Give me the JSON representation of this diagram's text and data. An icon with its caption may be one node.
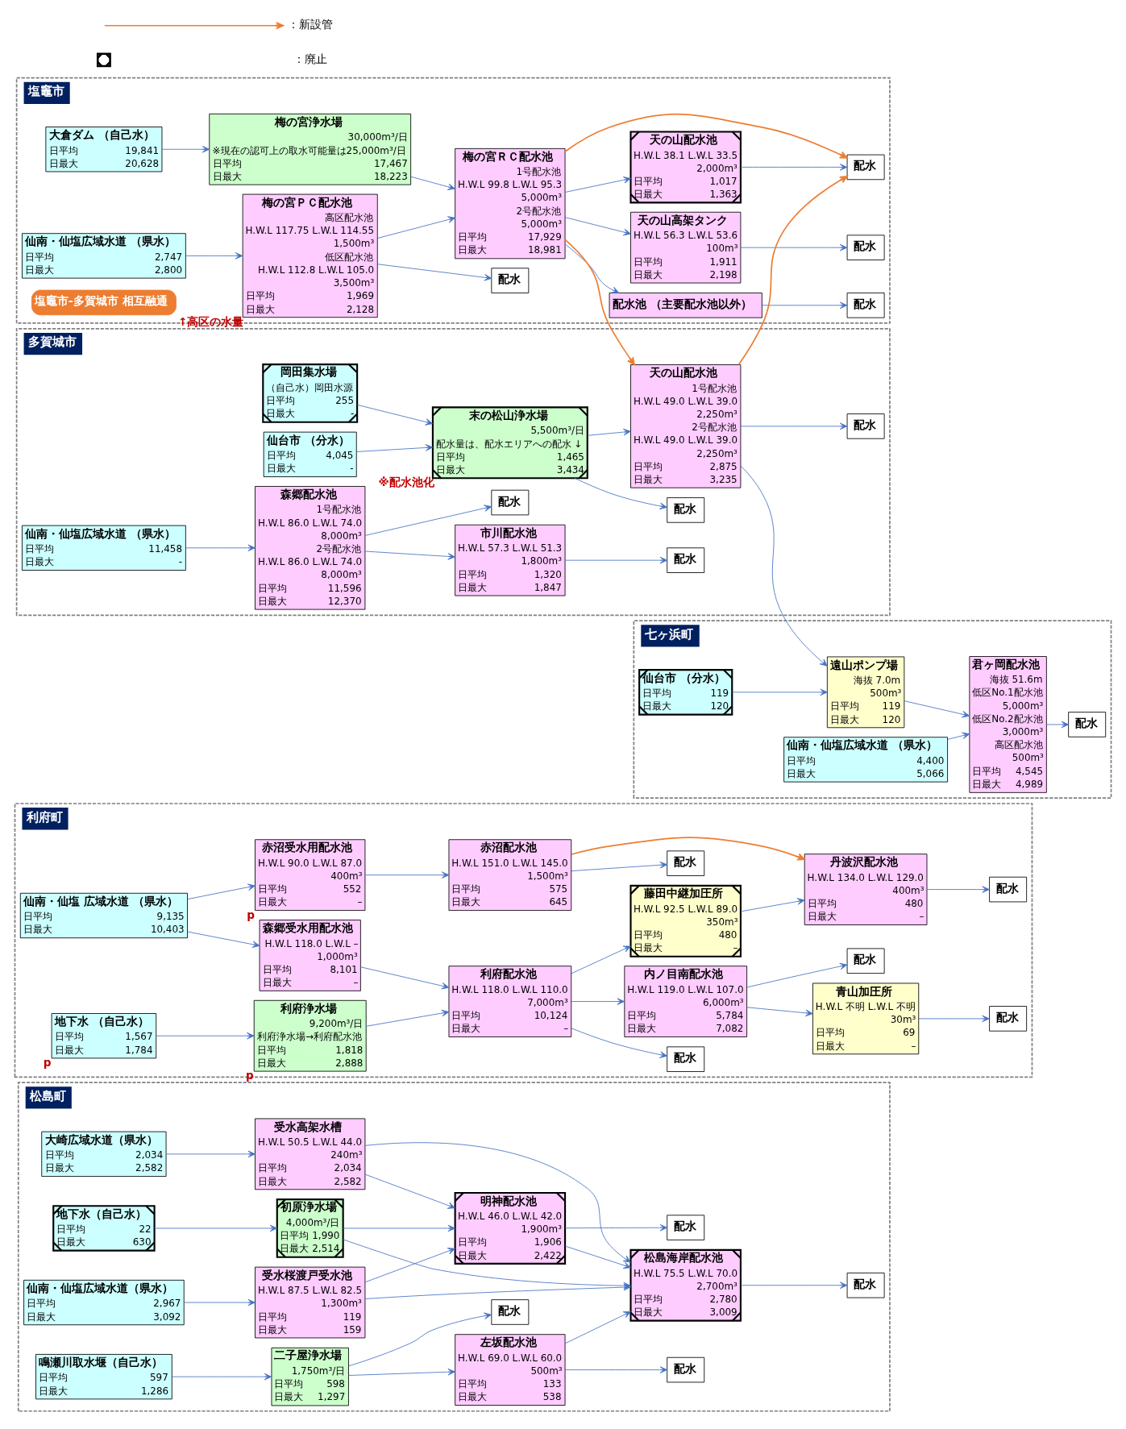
{
  "diagram": {
    "nodes": [
      {
        "text": [
          "松島町"
        ]
      },
      {
        "text": [
          "大崎広域水道（県水）",
          "日平均",
          "2,034",
          "日最大",
          "2,582"
        ],
        "in": 0
      },
      {
        "text": [
          "受水高架水槽",
          "H.W.L 50.5 L.W.L 44.0",
          "240m³",
          "日平均",
          "2,034",
          "日最大",
          "2,582"
        ],
        "in": 0
      },
      {
        "text": [
          "明神配水池",
          "H.W.L 46.0 L.W.L 42.0",
          "1,900m³",
          "日平均",
          "1,906",
          "日最大",
          "2,422"
        ],
        "in": 0
      },
      {
        "text": [
          "配水"
        ],
        "in": 0
      },
      {
        "text": [
          "地下水（自己水）",
          "日平均",
          "22",
          "日最大",
          "630"
        ],
        "in": 0
      },
      {
        "text": [
          "初原浄水場",
          "4,000m³/日",
          "日平均",
          "1,990",
          "日最大",
          "2,514"
        ],
        "in": 0
      },
      {
        "text": [
          "仙南・仙塩広域水道（県水）",
          "日平均",
          "2,967",
          "日最大",
          "3,092"
        ],
        "in": 0
      },
      {
        "text": [
          "受水桜渡戸受水池",
          "H.W.L 87.5 L.W.L 82.5",
          "1,300m³",
          "日平均",
          "119",
          "日最大",
          "159"
        ],
        "in": 0
      },
      {
        "text": [
          "松島海岸配水池",
          "H.W.L 75.5 L.W.L 70.0",
          "2,700m³",
          "日平均",
          "2,780",
          "日最大",
          "3,009"
        ],
        "in": 0
      },
      {
        "text": [
          "配水"
        ],
        "in": 0
      },
      {
        "text": [
          "鳴瀬川取水堰（自己水）",
          "日平均",
          "597",
          "日最大",
          "1,286"
        ],
        "in": 0
      },
      {
        "text": [
          "二子屋浄水場",
          "1,750m³/日",
          "日平均",
          "598",
          "日最大",
          "1,297"
        ],
        "in": 0
      },
      {
        "text": [
          "左坂配水池",
          "H.W.L 69.0 L.W.L 60.0",
          "500m³",
          "日平均",
          "133",
          "日最大",
          "538"
        ],
        "in": 0
      },
      {
        "text": [
          "配水"
        ],
        "in": 0
      },
      {
        "text": [
          "配水"
        ],
        "in": 0
      },
      {
        "text": [
          "利府町"
        ]
      },
      {
        "text": [
          "仙南・仙塩 広域水道 （県水）",
          "日平均",
          "9,135",
          "日最大",
          "10,403"
        ],
        "in": 16
      },
      {
        "text": [
          "赤沼受水用配水池",
          "H.W.L 90.0 L.W.L 87.0",
          "400m³",
          "日平均",
          "552",
          "日最大",
          "–"
        ],
        "beside": [
          "p"
        ],
        "in": 16
      },
      {
        "text": [
          "赤沼配水池",
          "H.W.L 151.0 L.W.L 145.0",
          "1,500m³",
          "日平均",
          "575",
          "日最大",
          "645"
        ],
        "in": 16
      },
      {
        "text": [
          "配水"
        ],
        "in": 16
      },
      {
        "text": [
          "森郷受水用配水池",
          "H.W.L 118.0 L.W.L –",
          "1,000m³",
          "日平均",
          "8,101",
          "日最大",
          "–"
        ],
        "in": 16
      },
      {
        "text": [
          "配水"
        ],
        "in": 16
      },
      {
        "text": [
          "配水"
        ],
        "in": 16
      },
      {
        "text": [
          "地下水 （自己水）",
          "日平均",
          "1,567",
          "日最大",
          "1,784"
        ],
        "beside": [
          "p"
        ],
        "in": 16
      },
      {
        "text": [
          "利府浄水場",
          "9,200m³/日",
          "利府浄水場→利府配水池",
          "日平均",
          "1,818",
          "日最大",
          "2,888"
        ],
        "beside": [
          "p"
        ],
        "in": 16
      },
      {
        "text": [
          "利府配水池",
          "H.W.L 118.0 L.W.L 110.0",
          "7,000m³",
          "日平均",
          "10,124",
          "日最大",
          "–"
        ],
        "in": 16
      },
      {
        "text": [
          "藤田中継加圧所",
          "H.W.L 92.5 L.W.L 89.0",
          "350m³",
          "日平均",
          "480",
          "日最大",
          "–"
        ],
        "in": 16
      },
      {
        "text": [
          "丹波沢配水池",
          "H.W.L 134.0 L.W.L 129.0",
          "400m³",
          "日平均",
          "480",
          "日最大",
          "–"
        ],
        "in": 16
      },
      {
        "text": [
          "内ノ目南配水池",
          "H.W.L 119.0 L.W.L 107.0",
          "6,000m³",
          "日平均",
          "5,784",
          "日最大",
          "7,082"
        ],
        "in": 16
      },
      {
        "text": [
          "青山加圧所",
          "H.W.L 不明 L.W.L 不明",
          "30m³",
          "日平均",
          "69",
          "日最大",
          "–"
        ],
        "in": 16
      },
      {
        "text": [
          "配水"
        ],
        "in": 16
      },
      {
        "text": [
          "配水"
        ],
        "in": 16
      },
      {
        "text": [
          "塩竈市"
        ]
      },
      {
        "text": [
          "大倉ダム （自己水）",
          "日平均",
          "19,841",
          "日最大",
          "20,628"
        ],
        "in": 33
      },
      {
        "text": [
          "梅の宮浄水場",
          "30,000m³/日",
          "※現在の認可上の取水可能量は25,000m³/日",
          "日平均",
          "17,467",
          "日最大",
          "18,223"
        ],
        "in": 33
      },
      {
        "text": [
          "梅の宮ＲＣ配水池",
          "1号配水池",
          "H.W.L 99.8 L.W.L 95.3",
          "5,000m³",
          "2号配水池",
          "5,000m³",
          "日平均",
          "17,929",
          "日最大",
          "18,981"
        ],
        "in": 33
      },
      {
        "text": [
          "配水池 （主要配水池以外）"
        ],
        "in": 33
      },
      {
        "text": [
          "配水"
        ],
        "in": 33
      },
      {
        "text": [
          "仙南・仙塩広域水道 （県水）",
          "日平均",
          "2,747",
          "日最大",
          "2,800"
        ],
        "in": 33
      },
      {
        "text": [
          "梅の宮ＰＣ配水池",
          "高区配水池",
          "H.W.L 117.75 L.W.L 114.55",
          "1,500m³",
          "低区配水池",
          "H.W.L 112.8 L.W.L 105.0",
          "3,500m³",
          "日平均",
          "1,969",
          "日最大",
          "2,128"
        ],
        "beside": [
          "↑高区の水量"
        ],
        "in": 33
      },
      {
        "text": [
          "配水"
        ],
        "in": 33
      },
      {
        "text": [
          "配水"
        ],
        "in": 33
      },
      {
        "text": [
          "天の山高架タンク",
          "H.W.L 56.3 L.W.L 53.6",
          "100m³",
          "日平均",
          "1,911",
          "日最大",
          "2,198"
        ],
        "in": 33
      },
      {
        "text": [
          "天の山配水池",
          "H.W.L 38.1 L.W.L 33.5",
          "2,000m³",
          "日平均",
          "1,017",
          "日最大",
          "1,363"
        ],
        "in": 33
      },
      {
        "text": [
          "配水"
        ],
        "in": 33
      },
      {
        "text": [
          "塩竈市-多賀城市 相互融通"
        ],
        "in": 33
      },
      {
        "text": [
          "多賀城市"
        ]
      },
      {
        "text": [
          "配水"
        ],
        "in": 47
      },
      {
        "text": [
          "岡田集水場",
          "（自己水）岡田水源",
          "日平均",
          "255",
          "日最大",
          "-"
        ],
        "in": 47
      },
      {
        "text": [
          "末の松山浄水場",
          "5,500m³/日",
          "配水量は、配水エリアへの配水 ↓",
          "日平均",
          "1,465",
          "日最大",
          "3,434"
        ],
        "beside": [
          "※配水池化"
        ],
        "in": 47
      },
      {
        "text": [
          "天の山配水池",
          "1号配水池",
          "H.W.L 49.0 L.W.L 39.0",
          "2,250m³",
          "2号配水池",
          "H.W.L 49.0 L.W.L 39.0",
          "2,250m³",
          "日平均",
          "2,875",
          "日最大",
          "3,235"
        ],
        "in": 47
      },
      {
        "text": [
          "配水"
        ],
        "in": 47
      },
      {
        "text": [
          "仙台市 （分水）",
          "日平均",
          "4,045",
          "日最大",
          "-"
        ],
        "in": 47
      },
      {
        "text": [
          "森郷配水池",
          "1号配水池",
          "H.W.L 86.0 L.W.L 74.0",
          "8,000m³",
          "2号配水池",
          "H.W.L 86.0 L.W.L 74.0",
          "8,000m³",
          "日平均",
          "11,596",
          "日最大",
          "12,370"
        ],
        "in": 47
      },
      {
        "text": [
          "市川配水池",
          "H.W.L 57.3 L.W.L 51.3",
          "1,800m³",
          "日平均",
          "1,320",
          "日最大",
          "1,847"
        ],
        "in": 47
      },
      {
        "text": [
          "配水"
        ],
        "in": 47
      },
      {
        "text": [
          "仙南・仙塩広域水道 （県水）",
          "日平均",
          "11,458",
          "日最大",
          "-"
        ],
        "in": 47
      },
      {
        "text": [
          "配水"
        ],
        "in": 47
      },
      {
        "text": [
          "七ヶ浜町"
        ]
      },
      {
        "text": [
          "仙台市 （分水）",
          "日平均",
          "119",
          "日最大",
          "120"
        ],
        "in": 59
      },
      {
        "text": [
          "遠山ポンプ場",
          "海抜 7.0m",
          "500m³",
          "日平均",
          "119",
          "日最大",
          "120"
        ],
        "in": 59
      },
      {
        "text": [
          "君ヶ岡配水池",
          "海抜 51.6m",
          "低区No.1配水池",
          "5,000m³",
          "低区No.2配水池",
          "3,000m³",
          "高区配水池",
          "500m³",
          "日平均",
          "4,545",
          "日最大",
          "4,989"
        ],
        "in": 59
      },
      {
        "text": [
          "配水"
        ],
        "in": 59
      },
      {
        "text": [
          "仙南・仙塩広域水道 （県水）",
          "日平均",
          "4,400",
          "日最大",
          "5,066"
        ],
        "in": 59
      }
    ],
    "edges": [
      {
        "from": 1,
        "to": 2,
        "arrow": "to"
      },
      {
        "from": 2,
        "to": 3,
        "arrow": "to"
      },
      {
        "from": 2,
        "to": 9,
        "arrow": "to"
      },
      {
        "from": 3,
        "to": 4,
        "arrow": "to"
      },
      {
        "from": 5,
        "to": 6,
        "arrow": "to"
      },
      {
        "from": 6,
        "to": 3,
        "arrow": "to"
      },
      {
        "from": 6,
        "to": 9,
        "arrow": "to"
      },
      {
        "from": 3,
        "to": 9,
        "arrow": "to"
      },
      {
        "from": 13,
        "to": 9,
        "arrow": "to"
      },
      {
        "from": 7,
        "to": 8,
        "arrow": "to"
      },
      {
        "from": 8,
        "to": 3,
        "arrow": "to"
      },
      {
        "from": 8,
        "to": 9,
        "arrow": "to"
      },
      {
        "from": 9,
        "to": 10,
        "arrow": "to"
      },
      {
        "from": 11,
        "to": 12,
        "arrow": "to"
      },
      {
        "from": 12,
        "to": 13,
        "arrow": "to"
      },
      {
        "from": 12,
        "to": 15,
        "arrow": "to"
      },
      {
        "from": 13,
        "to": 14,
        "arrow": "to"
      },
      {
        "from": 17,
        "to": 18,
        "arrow": "to"
      },
      {
        "from": 18,
        "to": 19,
        "arrow": "to"
      },
      {
        "from": 19,
        "to": 20,
        "arrow": "to"
      },
      {
        "from": 19,
        "to": 28,
        "arrow": "to",
        "color": "#ed7d31"
      },
      {
        "from": 17,
        "to": 21,
        "arrow": "to"
      },
      {
        "from": 21,
        "to": 26,
        "arrow": "to"
      },
      {
        "from": 26,
        "to": 22,
        "arrow": "to"
      },
      {
        "from": 26,
        "to": 27,
        "arrow": "to"
      },
      {
        "from": 28,
        "to": 23,
        "arrow": "to"
      },
      {
        "from": 24,
        "to": 25,
        "arrow": "to"
      },
      {
        "from": 25,
        "to": 26,
        "arrow": "to"
      },
      {
        "from": 27,
        "to": 28,
        "arrow": "to"
      },
      {
        "from": 26,
        "to": 29,
        "arrow": "to"
      },
      {
        "from": 29,
        "to": 30,
        "arrow": "to"
      },
      {
        "from": 30,
        "to": 31,
        "arrow": "to"
      },
      {
        "from": 29,
        "to": 32,
        "arrow": "to"
      },
      {
        "from": 37,
        "to": 38,
        "arrow": "to"
      },
      {
        "from": 34,
        "to": 35,
        "arrow": "to"
      },
      {
        "from": 35,
        "to": 36,
        "arrow": "to"
      },
      {
        "from": 36,
        "to": 37,
        "arrow": "to"
      },
      {
        "from": 39,
        "to": 40,
        "arrow": "to"
      },
      {
        "from": 40,
        "to": 36,
        "arrow": "to"
      },
      {
        "from": 40,
        "to": 41,
        "arrow": "to"
      },
      {
        "from": 43,
        "to": 42,
        "arrow": "to"
      },
      {
        "from": 36,
        "to": 43,
        "arrow": "to"
      },
      {
        "from": 36,
        "to": 44,
        "arrow": "to"
      },
      {
        "from": 36,
        "to": 51,
        "arrow": "to",
        "color": "#ed7d31"
      },
      {
        "from": 36,
        "to": 45,
        "arrow": "to",
        "color": "#ed7d31"
      },
      {
        "from": 51,
        "to": 45,
        "arrow": "to",
        "color": "#ed7d31"
      },
      {
        "from": 44,
        "to": 45,
        "arrow": "to"
      },
      {
        "from": 50,
        "to": 48,
        "arrow": "to"
      },
      {
        "from": 49,
        "to": 50,
        "arrow": "to"
      },
      {
        "from": 53,
        "to": 50,
        "arrow": "to"
      },
      {
        "from": 50,
        "to": 51,
        "arrow": "to"
      },
      {
        "from": 51,
        "to": 52,
        "arrow": "to"
      },
      {
        "from": 51,
        "to": 61,
        "arrow": "to"
      },
      {
        "from": 57,
        "to": 54,
        "arrow": "to"
      },
      {
        "from": 54,
        "to": 55,
        "arrow": "to"
      },
      {
        "from": 55,
        "to": 56,
        "arrow": "to"
      },
      {
        "from": 54,
        "to": 58,
        "arrow": "to"
      },
      {
        "from": 60,
        "to": 61,
        "arrow": "to"
      },
      {
        "from": 61,
        "to": 62,
        "arrow": "to"
      },
      {
        "from": 62,
        "to": 63,
        "arrow": "to"
      },
      {
        "from": 64,
        "to": 62,
        "arrow": "to"
      }
    ],
    "legend": [
      {
        "text": "：新設管"
      },
      {
        "text": "：廃止"
      }
    ]
  }
}
